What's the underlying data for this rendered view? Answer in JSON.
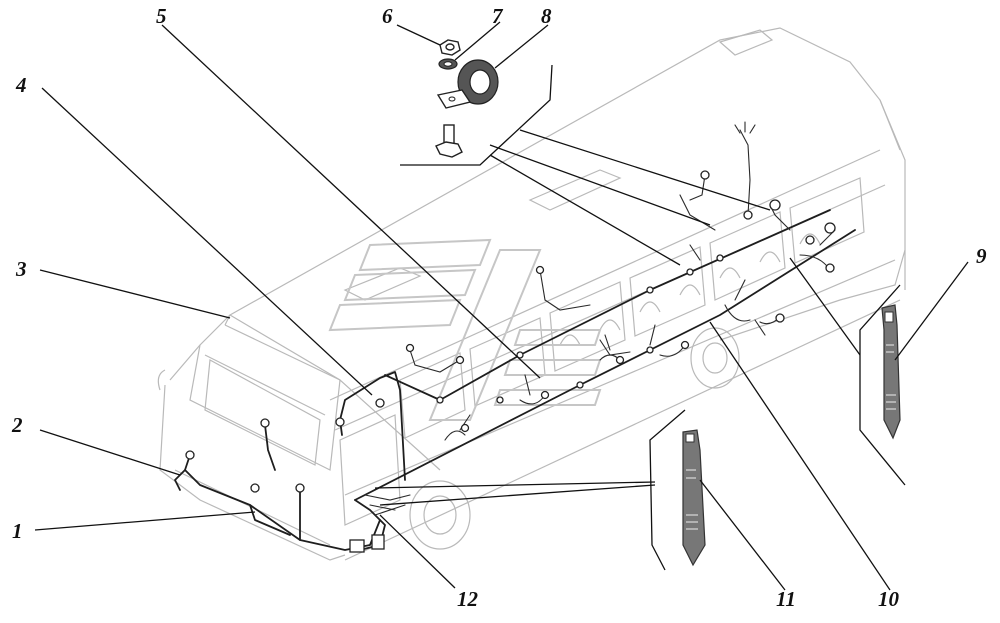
{
  "diagram": {
    "callouts": [
      {
        "id": "1",
        "label": "1"
      },
      {
        "id": "2",
        "label": "2"
      },
      {
        "id": "3",
        "label": "3"
      },
      {
        "id": "4",
        "label": "4"
      },
      {
        "id": "5",
        "label": "5"
      },
      {
        "id": "6",
        "label": "6"
      },
      {
        "id": "7",
        "label": "7"
      },
      {
        "id": "8",
        "label": "8"
      },
      {
        "id": "9",
        "label": "9"
      },
      {
        "id": "10",
        "label": "10"
      },
      {
        "id": "11",
        "label": "11"
      },
      {
        "id": "12",
        "label": "12"
      }
    ],
    "parts_depicted": [
      "bus-body",
      "wiring-harness",
      "nut",
      "washer",
      "clamp",
      "bolt",
      "cable-tie"
    ]
  }
}
